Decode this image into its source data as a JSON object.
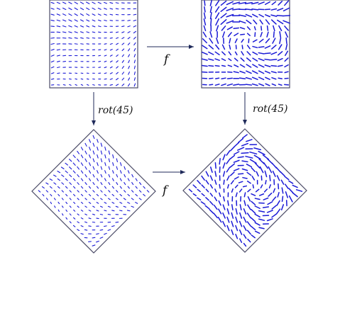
{
  "labels": {
    "top_arrow": "f",
    "bottom_arrow": "f",
    "left_arrow": "rot(45)",
    "right_arrow": "rot(45)"
  },
  "colors": {
    "vector_stroke": "#1a1ad6",
    "frame_stroke": "#4a4a66",
    "arrow_stroke": "#1f2a5a",
    "label_text": "#111111",
    "background": "#ffffff"
  },
  "panels": [
    {
      "id": "input-field",
      "kind": "square",
      "field": "sparse"
    },
    {
      "id": "output-field",
      "kind": "square",
      "field": "dense"
    },
    {
      "id": "rotated-input-field",
      "kind": "diamond",
      "field": "sparse-rotated"
    },
    {
      "id": "rotated-output-field",
      "kind": "diamond",
      "field": "dense-rotated"
    }
  ]
}
